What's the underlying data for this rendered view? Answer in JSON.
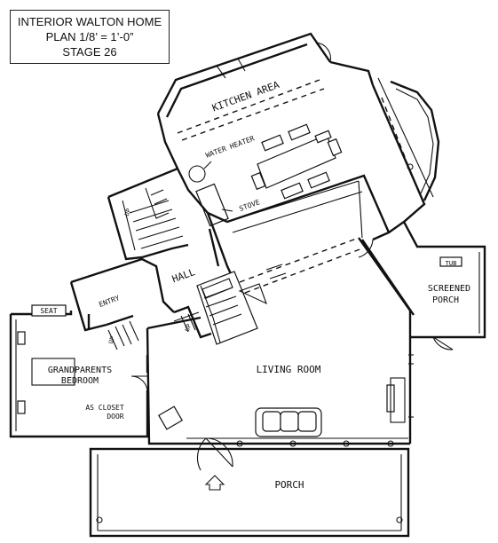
{
  "title": {
    "line1": "INTERIOR WALTON HOME",
    "line2": "PLAN 1/8’ = 1’-0”",
    "line3": "STAGE 26"
  },
  "rooms": {
    "kitchen": "KITCHEN AREA",
    "water_heater": "WATER HEATER",
    "stove": "STOVE",
    "hall": "HALL",
    "entry": "ENTRY",
    "seat": "SEAT",
    "grandparents_line1": "GRANDPARENTS",
    "grandparents_line2": "BEDROOM",
    "closet_line1": "AS CLOSET",
    "closet_line2": "DOOR",
    "living_room": "LIVING ROOM",
    "screened_line1": "SCREENED",
    "screened_line2": "PORCH",
    "tub": "TUB",
    "porch": "PORCH",
    "stair_up": "UP"
  }
}
